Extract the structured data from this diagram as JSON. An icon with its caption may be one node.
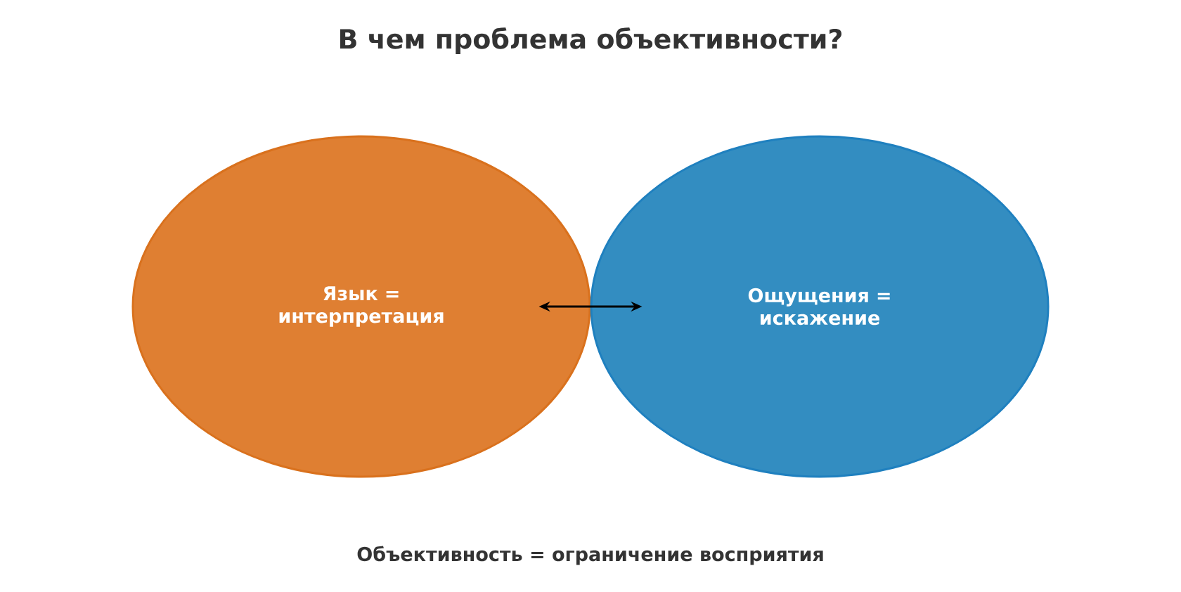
{
  "diagram": {
    "title": "В чем проблема объективности?",
    "nodes": [
      {
        "text": [
          "Язык = интерпретация"
        ]
      },
      {
        "text": [
          "Ощущения = искажение"
        ]
      }
    ],
    "edges": [
      {
        "from": 0,
        "to": 1,
        "arrow": "both"
      }
    ],
    "labels": [
      "Объективность = ограничение восприятия"
    ]
  }
}
